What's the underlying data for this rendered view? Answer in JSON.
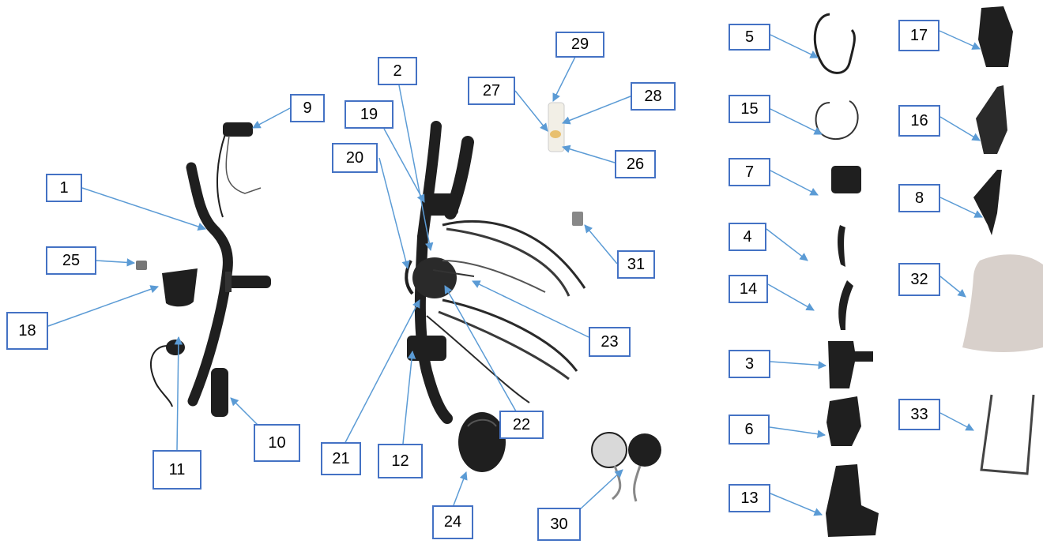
{
  "colors": {
    "callout_border": "#4472C4",
    "leader_line": "#5B9BD5",
    "part_dark": "#1f1f1f",
    "windshield": "#d8d0cb"
  },
  "callouts": {
    "c1": "1",
    "c2": "2",
    "c3": "3",
    "c4": "4",
    "c5": "5",
    "c6": "6",
    "c7": "7",
    "c8": "8",
    "c9": "9",
    "c10": "10",
    "c11": "11",
    "c12": "12",
    "c13": "13",
    "c14": "14",
    "c15": "15",
    "c16": "16",
    "c17": "17",
    "c18": "18",
    "c19": "19",
    "c20": "20",
    "c21": "21",
    "c22": "22",
    "c23": "23",
    "c24": "24",
    "c25": "25",
    "c26": "26",
    "c27": "27",
    "c28": "28",
    "c29": "29",
    "c30": "30",
    "c31": "31",
    "c32": "32",
    "c33": "33"
  }
}
